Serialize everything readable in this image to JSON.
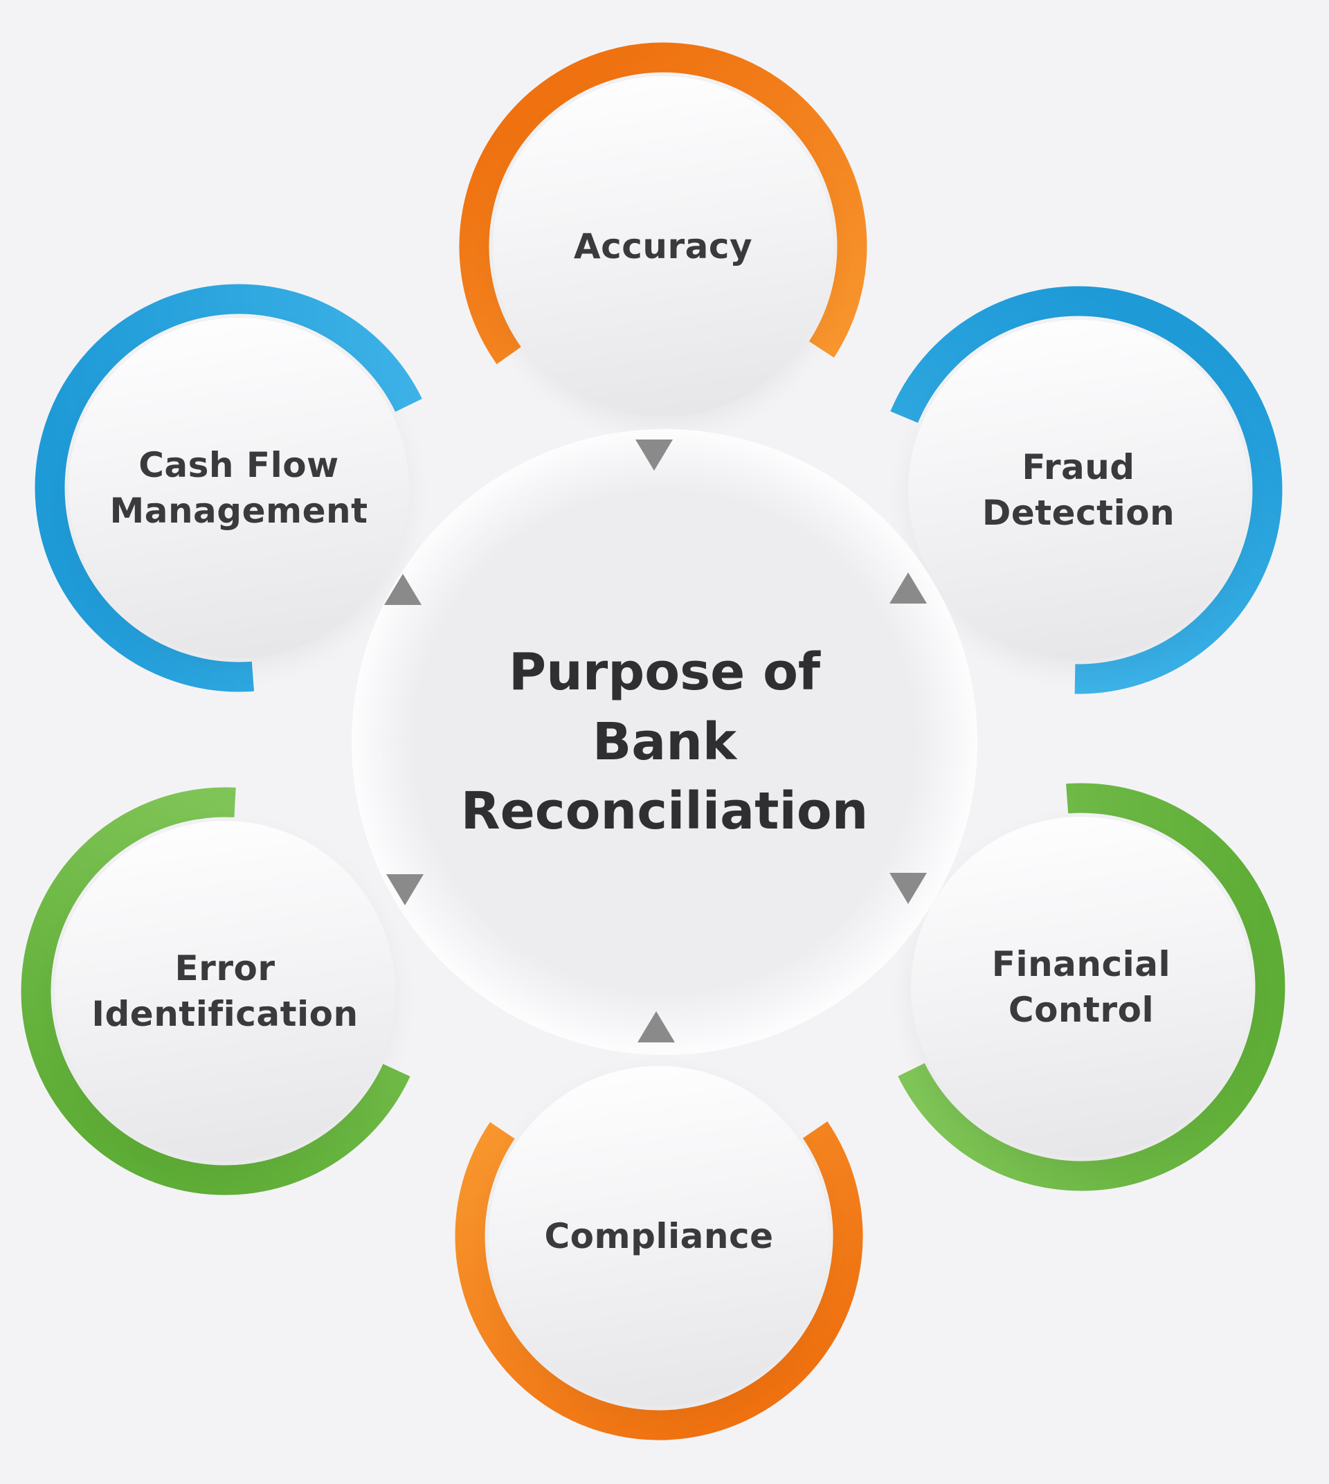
{
  "diagram": {
    "title": "Purpose of Bank Reconciliation",
    "title_lines": [
      "Purpose of",
      "Bank",
      "Reconciliation"
    ],
    "background_color": "#f3f3f5",
    "hub_fill_color": "#ededef",
    "title_color": "#2f2f31",
    "label_color": "#3a3a3c",
    "arrow_color": "#8a8a8a",
    "ring_colors": {
      "orange": "#f5821e",
      "blue": "#2aa7e0",
      "green": "#6db33e"
    },
    "nodes": [
      {
        "id": "accuracy",
        "label": "Accuracy",
        "label_lines": [
          "Accuracy"
        ],
        "ring_color": "#f5821e",
        "position": "top"
      },
      {
        "id": "fraud-detection",
        "label": "Fraud Detection",
        "label_lines": [
          "Fraud",
          "Detection"
        ],
        "ring_color": "#2aa7e0",
        "position": "top-right"
      },
      {
        "id": "financial-control",
        "label": "Financial Control",
        "label_lines": [
          "Financial",
          "Control"
        ],
        "ring_color": "#6db33e",
        "position": "bottom-right"
      },
      {
        "id": "compliance",
        "label": "Compliance",
        "label_lines": [
          "Compliance"
        ],
        "ring_color": "#f5821e",
        "position": "bottom"
      },
      {
        "id": "error-identification",
        "label": "Error Identification",
        "label_lines": [
          "Error",
          "Identification"
        ],
        "ring_color": "#6db33e",
        "position": "bottom-left"
      },
      {
        "id": "cash-flow-management",
        "label": "Cash Flow Management",
        "label_lines": [
          "Cash Flow",
          "Management"
        ],
        "ring_color": "#2aa7e0",
        "position": "top-left"
      }
    ]
  }
}
